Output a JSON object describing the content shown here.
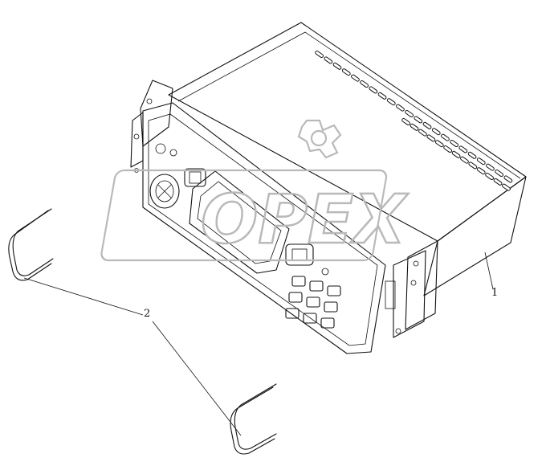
{
  "callouts": {
    "part1": "1",
    "part2": "2"
  },
  "watermark": {
    "text": "OPEX"
  }
}
